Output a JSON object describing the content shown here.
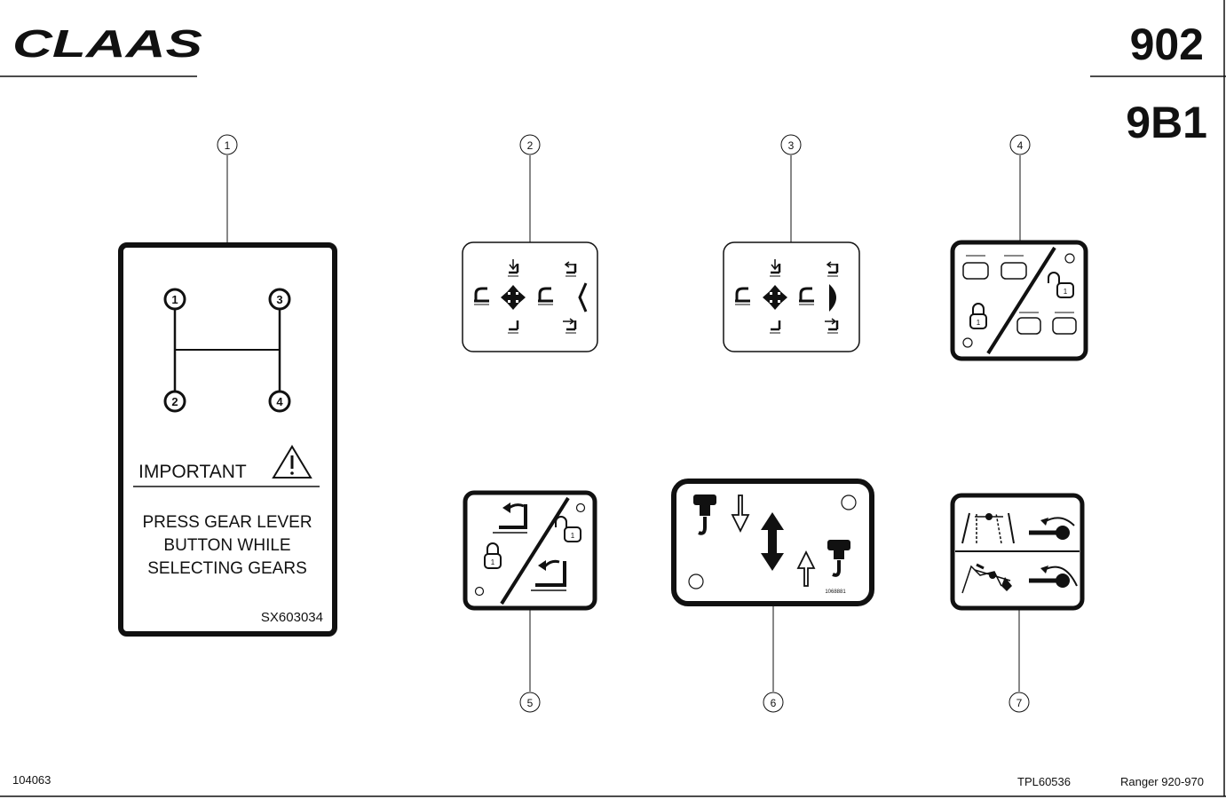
{
  "header": {
    "brand": "CLAAS",
    "group_number": "902",
    "sub_number": "9B1"
  },
  "callouts": [
    "1",
    "2",
    "3",
    "4",
    "5",
    "6",
    "7"
  ],
  "decal1": {
    "gear_labels": [
      "1",
      "3",
      "2",
      "4"
    ],
    "important": "IMPORTANT",
    "instruction_lines": [
      "PRESS GEAR LEVER",
      "BUTTON WHILE",
      "SELECTING GEARS"
    ],
    "part_number": "SX603034"
  },
  "decal6": {
    "small_code": "1068881"
  },
  "footer": {
    "left_code": "104063",
    "template_code": "TPL60536",
    "model": "Ranger 920-970"
  }
}
